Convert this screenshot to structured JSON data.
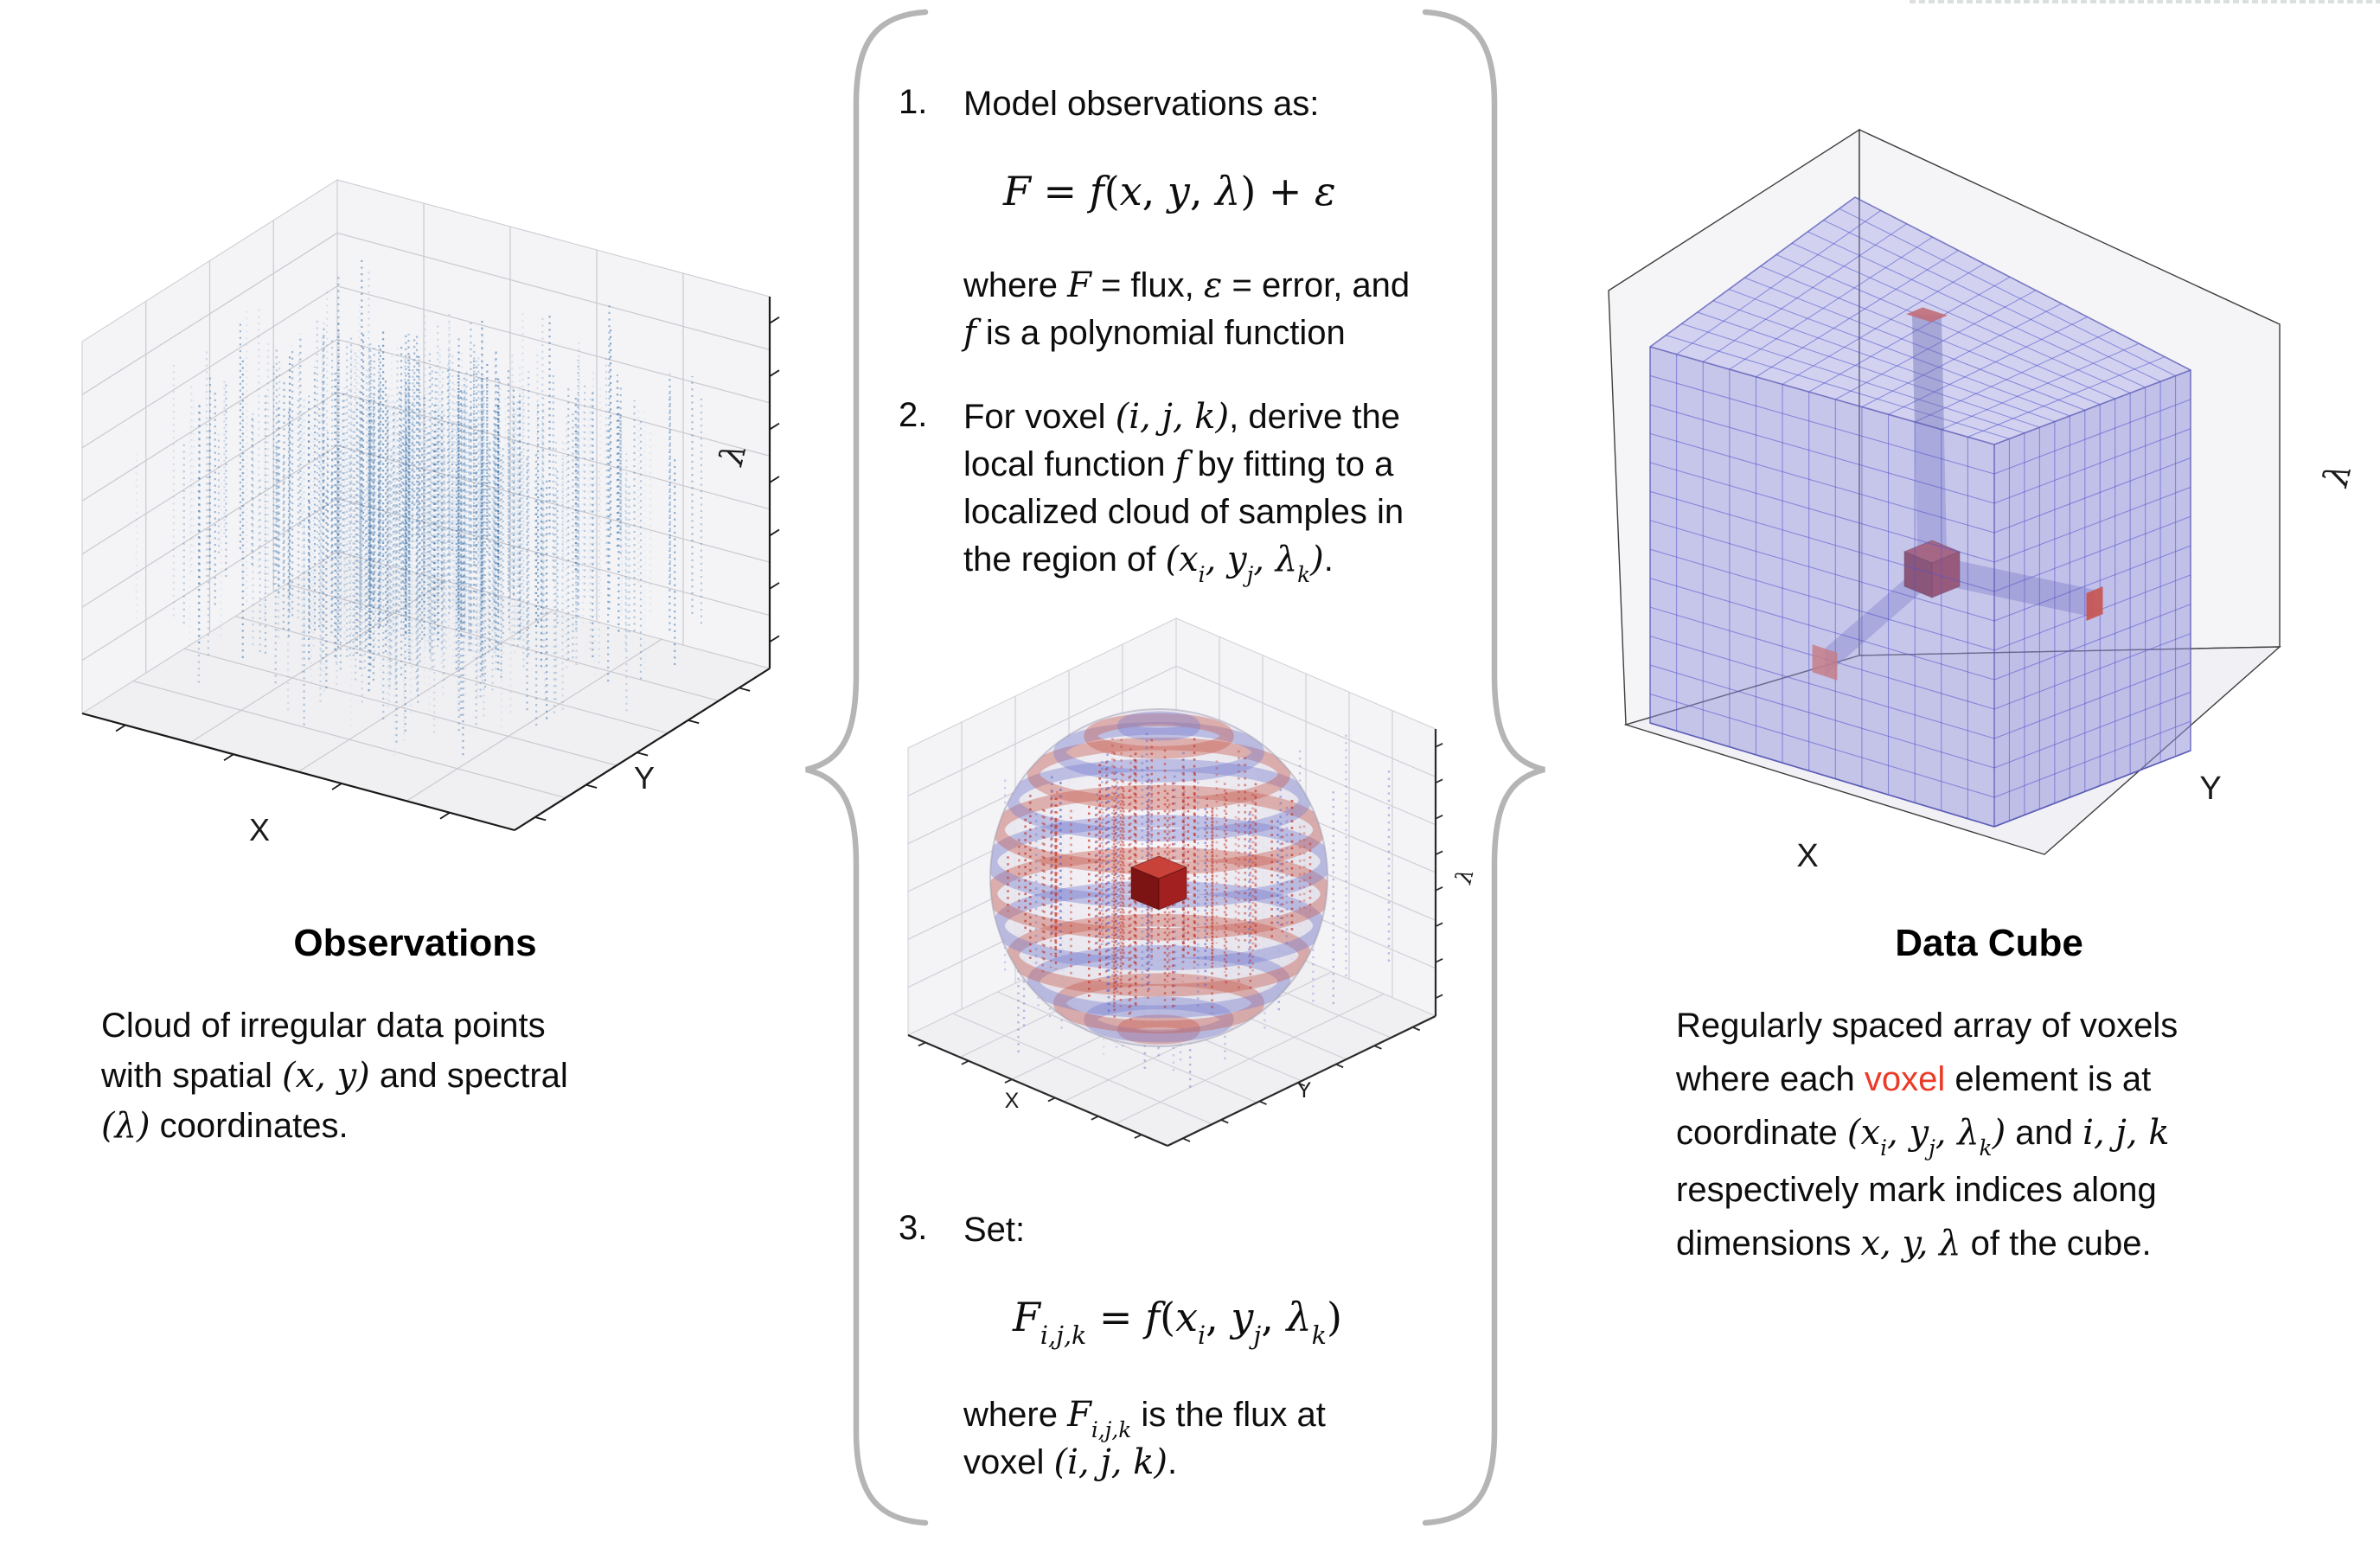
{
  "colors": {
    "accent_red": "#ea3b28",
    "brace": "#b5b5b5",
    "text": "#0d0d0d"
  },
  "steps": {
    "one": {
      "num": "1.",
      "intro": [
        {
          "t": "Model observations as:"
        }
      ],
      "formula": [
        {
          "t": "F",
          "i": true
        },
        {
          "t": " = "
        },
        {
          "t": "f",
          "i": true
        },
        {
          "t": "("
        },
        {
          "t": "x",
          "i": true
        },
        {
          "t": ", "
        },
        {
          "t": "y",
          "i": true
        },
        {
          "t": ", "
        },
        {
          "t": "λ",
          "i": true
        },
        {
          "t": ") + "
        },
        {
          "t": "ε",
          "i": true
        }
      ],
      "note1": [
        {
          "t": "where "
        },
        {
          "t": "F",
          "i": true
        },
        {
          "t": " = flux, "
        },
        {
          "t": "ε",
          "i": true
        },
        {
          "t": " = error, and"
        }
      ],
      "note2": [
        {
          "t": "f",
          "i": true
        },
        {
          "t": " is a polynomial function"
        }
      ]
    },
    "two": {
      "num": "2.",
      "line1": [
        {
          "t": "For voxel "
        },
        {
          "t": "(i, j, k)",
          "i": true
        },
        {
          "t": ", derive the"
        }
      ],
      "line2": [
        {
          "t": "local function "
        },
        {
          "t": "f",
          "i": true
        },
        {
          "t": " by fitting to a"
        }
      ],
      "line3": [
        {
          "t": "localized cloud of samples in"
        }
      ],
      "line4": [
        {
          "t": "the region of "
        },
        {
          "t": "(x",
          "i": true
        },
        {
          "t": "i",
          "i": true,
          "sub": true
        },
        {
          "t": ", y",
          "i": true
        },
        {
          "t": "j",
          "i": true,
          "sub": true
        },
        {
          "t": ", λ",
          "i": true
        },
        {
          "t": "k",
          "i": true,
          "sub": true
        },
        {
          "t": ")",
          "i": true
        },
        {
          "t": "."
        }
      ]
    },
    "three": {
      "num": "3.",
      "intro": [
        {
          "t": "Set:"
        }
      ],
      "formula": [
        {
          "t": "F",
          "i": true
        },
        {
          "t": "i,j,k",
          "i": true,
          "sub": true
        },
        {
          "t": " = "
        },
        {
          "t": "f",
          "i": true
        },
        {
          "t": "("
        },
        {
          "t": "x",
          "i": true
        },
        {
          "t": "i",
          "i": true,
          "sub": true
        },
        {
          "t": ", "
        },
        {
          "t": "y",
          "i": true
        },
        {
          "t": "j",
          "i": true,
          "sub": true
        },
        {
          "t": ", "
        },
        {
          "t": "λ",
          "i": true
        },
        {
          "t": "k",
          "i": true,
          "sub": true
        },
        {
          "t": ")"
        }
      ],
      "note1": [
        {
          "t": "where "
        },
        {
          "t": "F",
          "i": true
        },
        {
          "t": "i,j,k",
          "i": true,
          "sub": true
        },
        {
          "t": " is the flux at"
        }
      ],
      "note2": [
        {
          "t": "voxel "
        },
        {
          "t": "(i, j, k)",
          "i": true
        },
        {
          "t": "."
        }
      ]
    }
  },
  "observations": {
    "title": "Observations",
    "line1": [
      {
        "t": "Cloud of irregular data points"
      }
    ],
    "line2": [
      {
        "t": "with spatial "
      },
      {
        "t": "(x, y)",
        "i": true
      },
      {
        "t": " and spectral"
      }
    ],
    "line3": [
      {
        "t": "(λ)",
        "i": true
      },
      {
        "t": " coordinates."
      }
    ]
  },
  "data_cube": {
    "title": "Data Cube",
    "line1": [
      {
        "t": "Regularly spaced array of voxels"
      }
    ],
    "line2": [
      {
        "t": "where each "
      },
      {
        "t": "voxel",
        "red": true
      },
      {
        "t": " element is at"
      }
    ],
    "line3": [
      {
        "t": "coordinate "
      },
      {
        "t": "(x",
        "i": true
      },
      {
        "t": "i",
        "i": true,
        "sub": true
      },
      {
        "t": ", y",
        "i": true
      },
      {
        "t": "j",
        "i": true,
        "sub": true
      },
      {
        "t": ", λ",
        "i": true
      },
      {
        "t": "k",
        "i": true,
        "sub": true
      },
      {
        "t": ")",
        "i": true
      },
      {
        "t": " and "
      },
      {
        "t": "i, j, k",
        "i": true
      }
    ],
    "line4": [
      {
        "t": "respectively mark indices along"
      }
    ],
    "line5": [
      {
        "t": "dimensions "
      },
      {
        "t": "x, y, λ",
        "i": true
      },
      {
        "t": " of the cube."
      }
    ]
  },
  "plots": {
    "observations": {
      "xlabel": "X",
      "ylabel": "Y",
      "zlabel": "λ",
      "point_color": "#3a72aa",
      "pane": "#f4f4f7",
      "floor": "#f0f0f3",
      "grid": "#c9c9cf",
      "spine": "#1a1a1a",
      "columns": 430,
      "seed": 7
    },
    "local_fit": {
      "xlabel": "X",
      "ylabel": "Y",
      "zlabel": "λ",
      "pane": "#f4f4f7",
      "floor": "#f0f0f3",
      "grid": "#cfcfd6",
      "spine": "#2a2a2a",
      "outside_color": "#6670cc",
      "inside_red": "#c23227",
      "inside_blue": "#5a64c8",
      "band_red": "#c75f54",
      "band_blue": "#7d80cf",
      "sphere_inner": "#faf8fa",
      "sphere_outer": "#d9d6e3",
      "voxel_top": "#c8423a",
      "voxel_left": "#7c1414",
      "voxel_right": "#a32020",
      "seed": 11
    },
    "data_cube": {
      "xlabel": "X",
      "ylabel": "Y",
      "zlabel": "λ",
      "room_fill": "#f5f5f8",
      "room_floor": "#f1f1f5",
      "room_line": "#3f3f3f",
      "face_top": "rgba(163,163,228,0.42)",
      "face_left": "rgba(152,152,222,0.50)",
      "face_right": "rgba(143,143,218,0.52)",
      "grid": "rgba(83,83,205,0.55)",
      "edge": "rgba(86,86,180,0.75)",
      "beam": "rgba(104,104,180,0.42)",
      "voxel_top": "#b5362e",
      "voxel_left": "#7c1414",
      "voxel_right": "#971d1d",
      "cap_top": "rgba(192,112,124,0.92)",
      "cap_right": "rgba(198,88,86,0.95)",
      "cap_left": "rgba(196,126,138,0.85)",
      "divisions": 13
    }
  }
}
